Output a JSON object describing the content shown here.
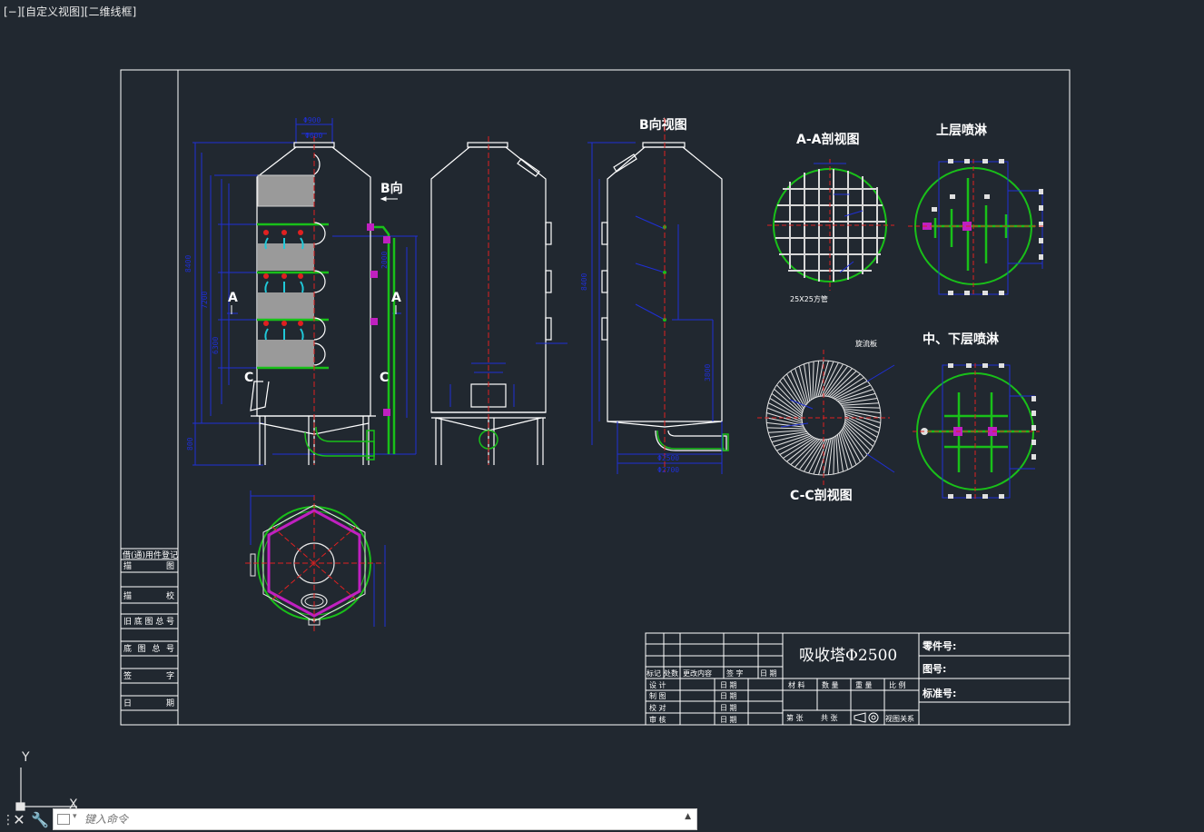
{
  "viewport": {
    "control": "[−]",
    "view": "[自定义视图]",
    "style": "[二维线框]"
  },
  "drawing": {
    "main_view": {
      "label_b_arrow": "B向",
      "label_a_left": "A",
      "label_a_right": "A",
      "label_c_left": "C",
      "label_c_right": "C",
      "dims_top": [
        "Φ900",
        "Φ600"
      ],
      "dims_left": [
        "8400",
        "7200",
        "6300"
      ],
      "dims_bottom": [
        "800",
        "2000"
      ]
    },
    "b_view": {
      "title": "B向视图",
      "dims": [
        "3800",
        "8400",
        "Φ2500",
        "Φ2700"
      ]
    },
    "aa_section": {
      "title": "A-A剖视图",
      "note": "25X25方管"
    },
    "cc_section": {
      "title": "C-C剖视图",
      "note": "旋流板"
    },
    "upper_spray": {
      "title": "上层喷淋"
    },
    "mid_spray": {
      "title": "中、下层喷淋"
    },
    "side_table": {
      "rows": [
        "借(通)用件登记",
        "描    图",
        "描    校",
        "旧底图总号",
        "底图总号",
        "签    字",
        "日    期"
      ]
    },
    "title_block": {
      "title": "吸收塔Φ2500",
      "part_no": "零件号:",
      "drawing_no": "图号:",
      "standard_no": "标准号:",
      "rev_headers": [
        "标记",
        "处数",
        "更改内容",
        "签  字",
        "日 期"
      ],
      "roles": [
        "设  计",
        "制  图",
        "校  对",
        "审  核"
      ],
      "date_label": "日  期",
      "headers": [
        "材 料",
        "数 量",
        "重 量",
        "比 例"
      ],
      "sheet": [
        "第    张",
        "共    张"
      ],
      "projection": "视图关系"
    }
  },
  "ucs": {
    "y": "Y",
    "x": "X"
  },
  "command": {
    "placeholder": "键入命令"
  },
  "colors": {
    "background": "#212830",
    "lines": "#ffffff",
    "dimension": "#1f2fd6",
    "green": "#19c019",
    "centerline": "#e02020",
    "magenta": "#c020c0",
    "cyan": "#20c8d8"
  }
}
